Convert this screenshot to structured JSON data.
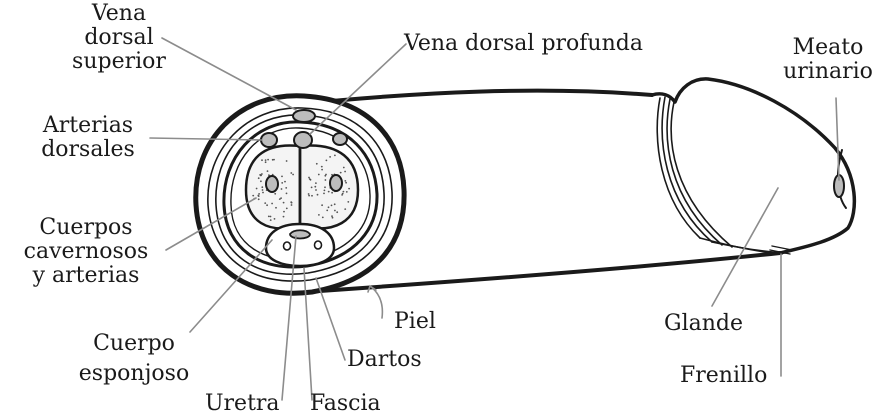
{
  "labels": {
    "vena_dorsal_superior": [
      "Vena",
      "dorsal",
      "superior"
    ],
    "vena_dorsal_profunda": "Vena dorsal profunda",
    "arterias_dorsales": [
      "Arterias",
      "dorsales"
    ],
    "cuerpos_cavernosos": [
      "Cuerpos",
      "cavernosos",
      "y arterias"
    ],
    "cuerpo_esponjoso": [
      "Cuerpo",
      "esponjoso"
    ],
    "uretra": "Uretra",
    "fascia": "Fascia",
    "dartos": "Dartos",
    "piel": "Piel",
    "meato_urinario": [
      "Meato",
      "urinario"
    ],
    "glande": "Glande",
    "frenillo": "Frenillo"
  },
  "colors": {
    "outline": "#1a1a1a",
    "leader": "#8c8c8c",
    "structure_fill": "#bdbdbd",
    "stipple": "#555555"
  }
}
